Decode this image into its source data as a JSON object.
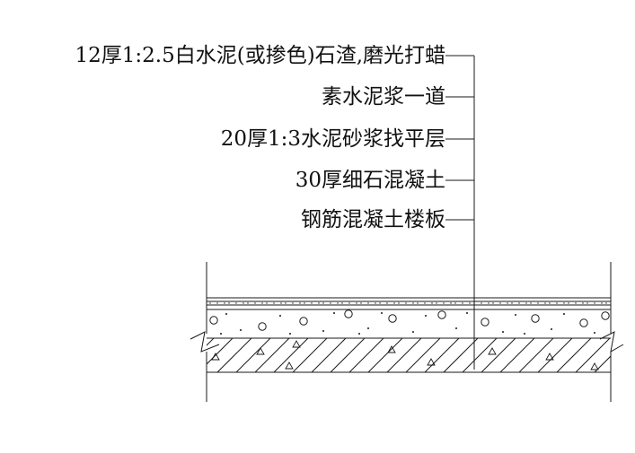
{
  "drawing": {
    "line_color": "#1a1a1a",
    "background": "#ffffff",
    "layers": [
      {
        "label": "12厚1:2.5白水泥(或掺色)石渣,磨光打蜡"
      },
      {
        "label": "素水泥浆一道"
      },
      {
        "label": "20厚1:3水泥砂浆找平层"
      },
      {
        "label": "30厚细石混凝土"
      },
      {
        "label": "钢筋混凝土楼板"
      }
    ]
  }
}
